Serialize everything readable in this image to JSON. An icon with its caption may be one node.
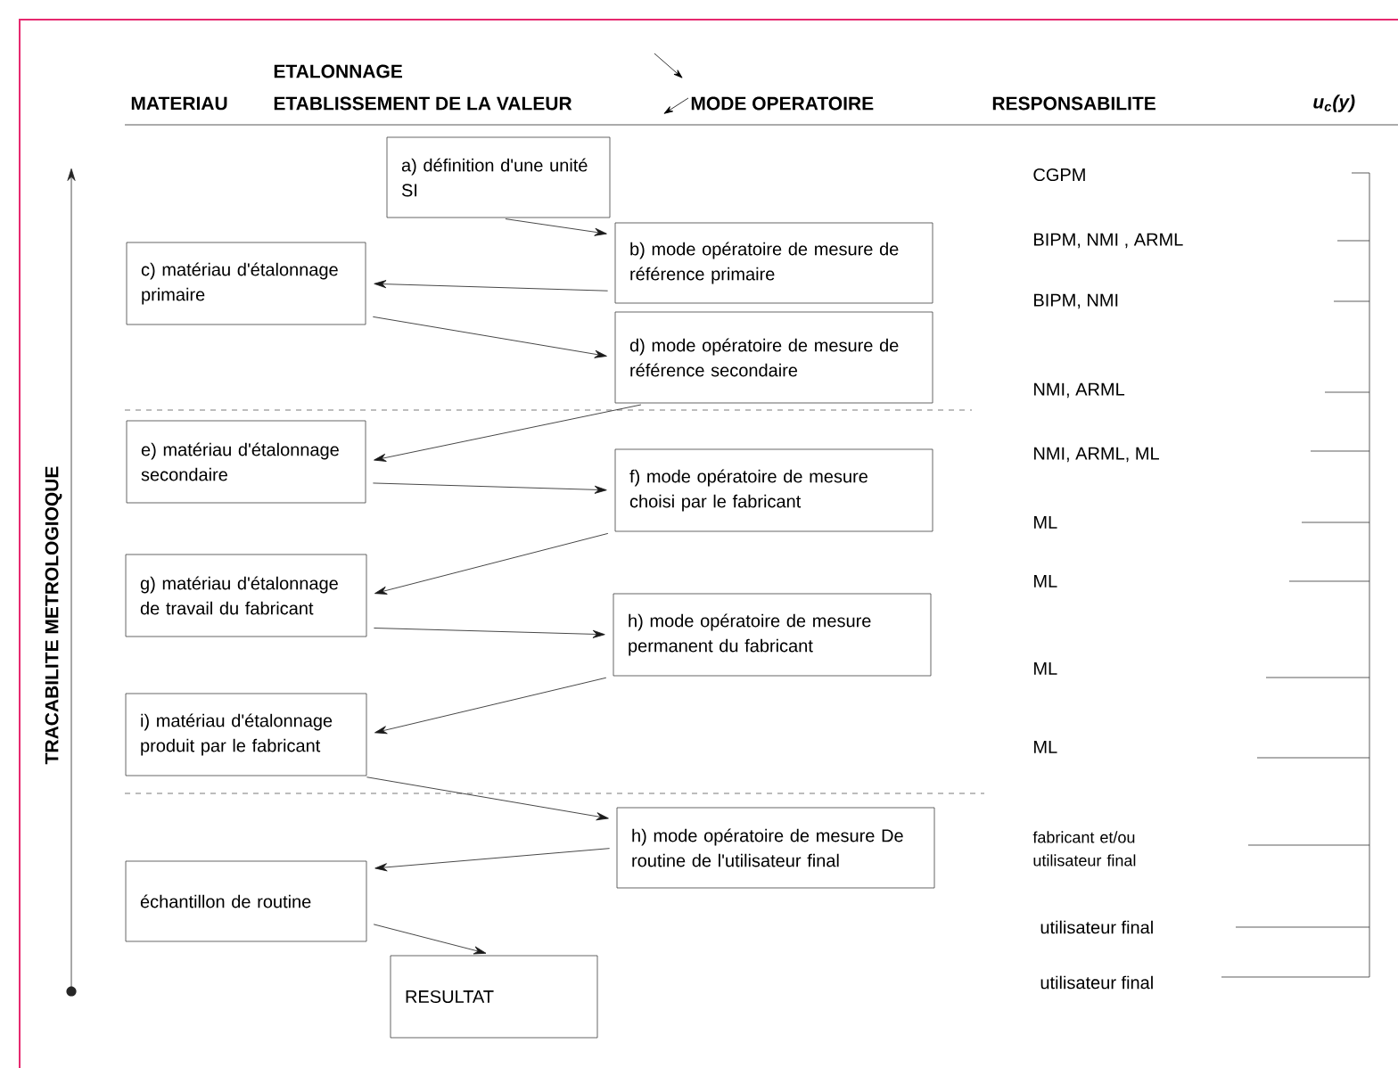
{
  "diagram": {
    "nodes": [
      {
        "text": [
          "a) définition d'une unité SI"
        ]
      },
      {
        "text": [
          "b) mode opératoire de mesure de référence primaire"
        ]
      },
      {
        "text": [
          "c) matériau d'étalonnage primaire"
        ]
      },
      {
        "text": [
          "d) mode opératoire de mesure de référence secondaire"
        ]
      },
      {
        "text": [
          "e) matériau d'étalonnage secondaire"
        ]
      },
      {
        "text": [
          "f) mode opératoire de mesure choisi par le fabricant"
        ]
      },
      {
        "text": [
          "g) matériau d'étalonnage de travail du fabricant"
        ]
      },
      {
        "text": [
          "h) mode opératoire de mesure permanent du fabricant"
        ]
      },
      {
        "text": [
          "i) matériau d'étalonnage produit par le fabricant"
        ]
      },
      {
        "text": [
          "h) mode opératoire de mesure De routine de l'utilisateur final"
        ]
      },
      {
        "text": [
          "échantillon de routine"
        ]
      },
      {
        "text": [
          "RESULTAT"
        ]
      }
    ],
    "edges": [
      {
        "from": 0,
        "to": 1,
        "arrow": "to"
      },
      {
        "from": 1,
        "to": 2,
        "arrow": "to"
      },
      {
        "from": 2,
        "to": 3,
        "arrow": "to"
      },
      {
        "from": 3,
        "to": 4,
        "arrow": "to"
      },
      {
        "from": 4,
        "to": 5,
        "arrow": "to"
      },
      {
        "from": 5,
        "to": 6,
        "arrow": "to"
      },
      {
        "from": 6,
        "to": 7,
        "arrow": "to"
      },
      {
        "from": 7,
        "to": 8,
        "arrow": "to"
      },
      {
        "from": 8,
        "to": 9,
        "arrow": "to"
      },
      {
        "from": 9,
        "to": 10,
        "arrow": "to"
      },
      {
        "from": 10,
        "to": 11,
        "arrow": "to"
      }
    ],
    "labels": [
      "ETALONNAGE",
      "MATERIAU",
      "ETABLISSEMENT DE LA VALEUR",
      "MODE OPERATOIRE",
      "RESPONSABILITE",
      "u$_{c}$(y)",
      "TRACABILITE METROLOGIOQUE",
      "CGPM",
      "BIPM, NMI , ARML",
      "BIPM, NMI",
      "NMI, ARML",
      "NMI, ARML, ML",
      "ML",
      "ML",
      "ML",
      "ML",
      "fabricant et/ou utilisateur final",
      "utilisateur final",
      "utilisateur final"
    ]
  }
}
